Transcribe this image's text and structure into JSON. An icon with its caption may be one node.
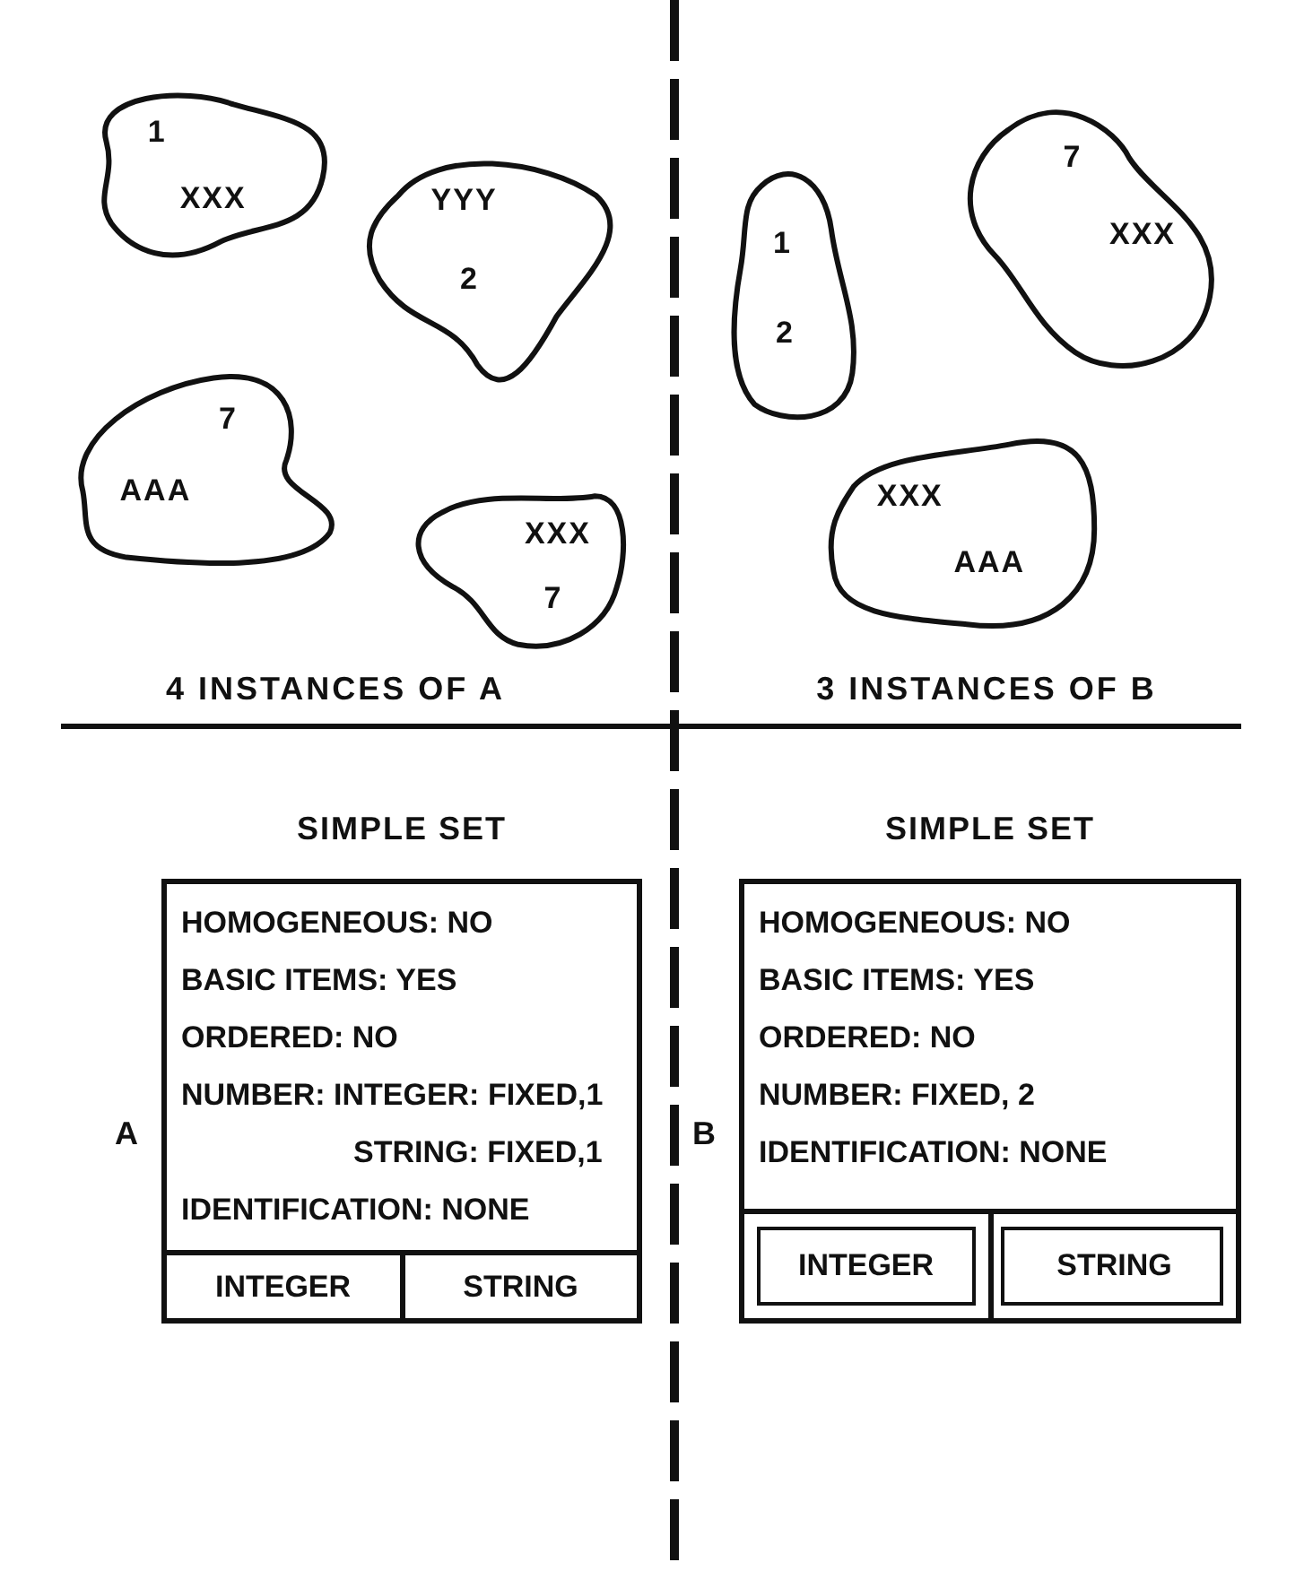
{
  "diagram": {
    "nodes": [
      {
        "text": [
          "1",
          "XXX"
        ]
      },
      {
        "text": [
          "YYY",
          "2"
        ]
      },
      {
        "text": [
          "7",
          "AAA"
        ]
      },
      {
        "text": [
          "XXX",
          "7"
        ]
      },
      {
        "text": [
          "1",
          "2"
        ]
      },
      {
        "text": [
          "7",
          "XXX"
        ]
      },
      {
        "text": [
          "XXX",
          "AAA"
        ]
      },
      {
        "text": [
          "SIMPLE SET",
          "HOMOGENEOUS: NO",
          "BASIC ITEMS: YES",
          "ORDERED: NO",
          "NUMBER: INTEGER: FIXED,1",
          "STRING: FIXED,1",
          "IDENTIFICATION: NONE"
        ],
        "beside": [
          "A"
        ]
      },
      {
        "text": [
          "INTEGER"
        ],
        "in": 7
      },
      {
        "text": [
          "STRING"
        ],
        "in": 7
      },
      {
        "text": [
          "SIMPLE SET",
          "HOMOGENEOUS: NO",
          "BASIC ITEMS: YES",
          "ORDERED: NO",
          "NUMBER: FIXED, 2",
          "IDENTIFICATION: NONE"
        ],
        "beside": [
          "B"
        ]
      },
      {
        "text": [
          "INTEGER"
        ],
        "in": 10
      },
      {
        "text": [
          "STRING"
        ],
        "in": 10
      }
    ],
    "labels": [
      "4 INSTANCES OF A",
      "3 INSTANCES OF B"
    ]
  }
}
